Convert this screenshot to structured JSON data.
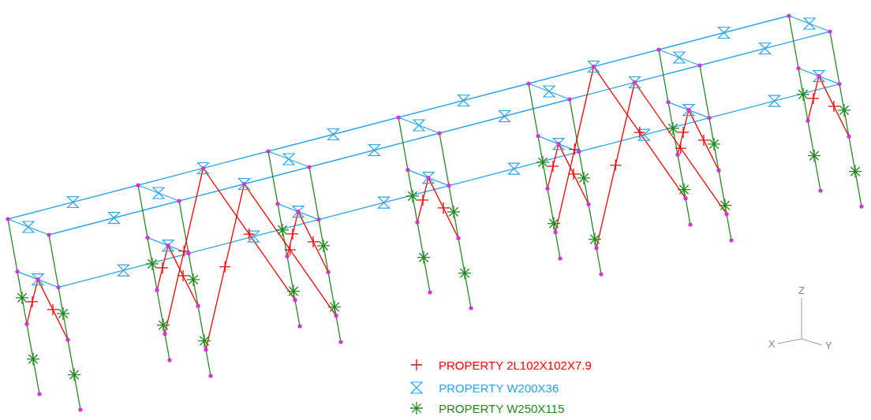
{
  "diagram": {
    "labels": [
      "Z",
      "X",
      "Y"
    ],
    "legend": [
      {
        "text": "PROPERTY 2L102X102X7.9"
      },
      {
        "text": "PROPERTY W200X36"
      },
      {
        "text": "PROPERTY W250X115"
      }
    ]
  }
}
